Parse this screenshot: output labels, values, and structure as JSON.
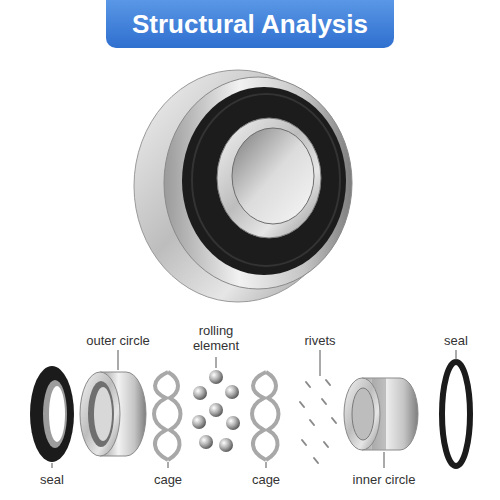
{
  "diagram": {
    "title": "Structural Analysis",
    "labels": [
      "outer circle",
      "rolling element",
      "rivets",
      "seal",
      "seal",
      "cage",
      "cage",
      "inner circle"
    ]
  }
}
